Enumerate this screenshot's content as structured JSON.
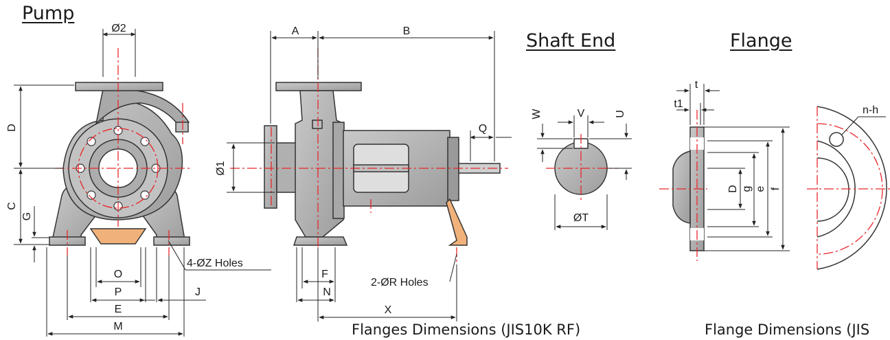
{
  "titles": {
    "pump": "Pump",
    "shaft_end": "Shaft End",
    "flange": "Flange"
  },
  "footer": {
    "flanges_caption": "Flanges Dimensions (JIS10K RF)",
    "flange_caption": "Flange Dimensions (JIS"
  },
  "front_view": {
    "diameter_outlet": "Ø2",
    "dim_D": "D",
    "dim_C": "C",
    "dim_G": "G",
    "dim_O": "O",
    "dim_P": "P",
    "dim_E": "E",
    "dim_M": "M",
    "dim_J": "J",
    "holes_note": "4-ØZ Holes"
  },
  "side_view": {
    "dim_A": "A",
    "dim_B": "B",
    "dim_Q": "Q",
    "diameter_inlet": "Ø1",
    "dim_F": "F",
    "dim_N": "N",
    "dim_X": "X",
    "holes_note": "2-ØR Holes"
  },
  "shaft_end": {
    "dim_W": "W",
    "dim_V": "V",
    "dim_U": "U",
    "diameter_T": "ØT"
  },
  "flange_view": {
    "dim_t": "t",
    "dim_t1": "t1",
    "dim_D": "D",
    "dim_g": "g",
    "dim_e": "e",
    "dim_f": "f",
    "bolt_note": "n-h"
  },
  "colors": {
    "casing_fill": "#b3b3b3",
    "casing_stroke": "#333333",
    "base_fill": "#f0b27a",
    "centerline": "#e8262a",
    "dimension_line": "#222222"
  }
}
